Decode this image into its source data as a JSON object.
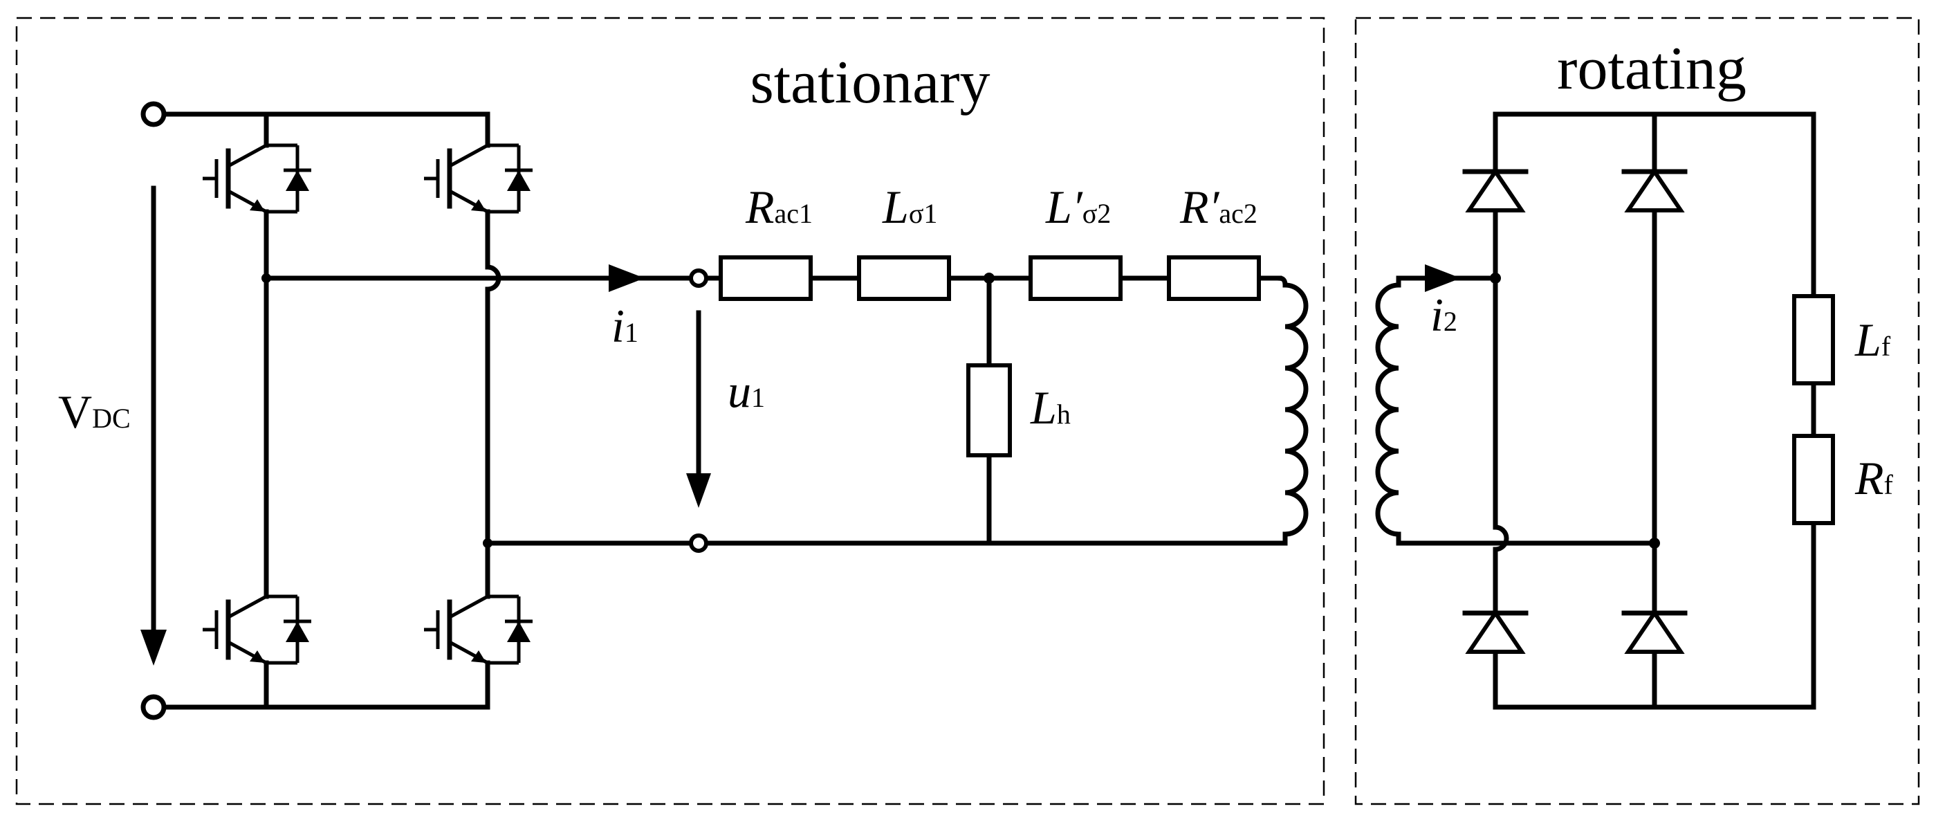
{
  "regions": {
    "stationary": "stationary",
    "rotating": "rotating"
  },
  "labels": {
    "vdc": {
      "main": "V",
      "sub": "DC"
    },
    "i1": {
      "main": "i",
      "sub": "1"
    },
    "u1": {
      "main": "u",
      "sub": "1"
    },
    "rac1": {
      "main": "R",
      "sub": "ac1"
    },
    "lsigma1": {
      "main": "L",
      "sub": "σ1"
    },
    "lsigma2": {
      "main": "L′",
      "sub": "σ2"
    },
    "rac2": {
      "main": "R′",
      "sub": "ac2"
    },
    "lh": {
      "main": "L",
      "sub": "h"
    },
    "i2": {
      "main": "i",
      "sub": "2"
    },
    "lf": {
      "main": "L",
      "sub": "f"
    },
    "rf": {
      "main": "R",
      "sub": "f"
    }
  }
}
